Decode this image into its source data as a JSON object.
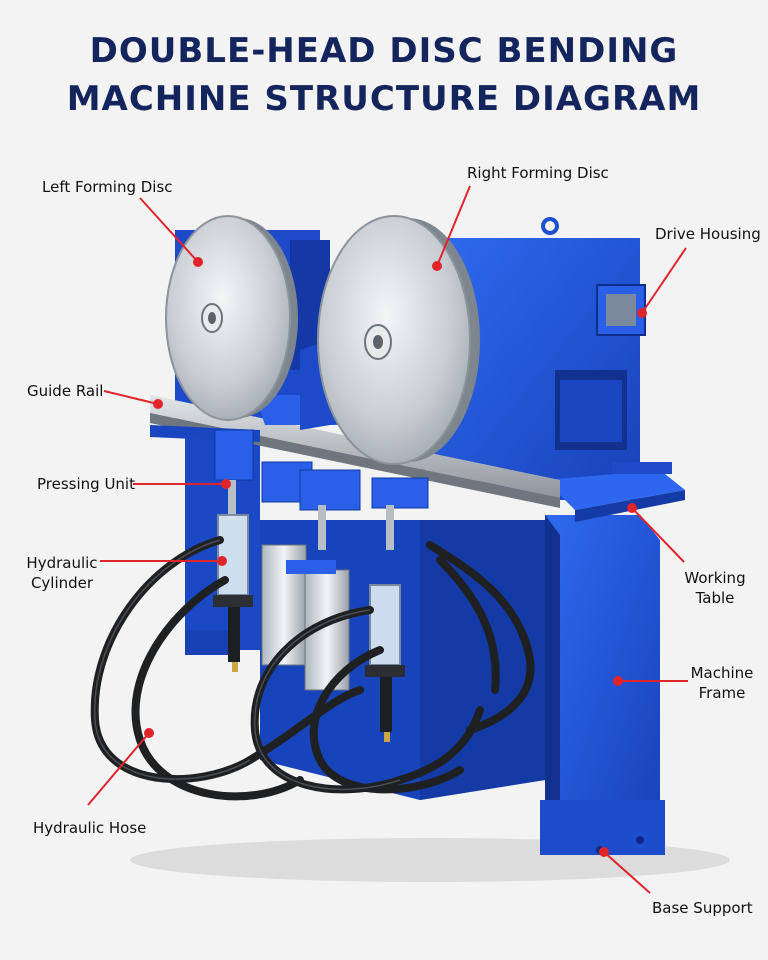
{
  "title": {
    "line1": "DOUBLE-HEAD DISC BENDING",
    "line2": "MACHINE STRUCTURE DIAGRAM"
  },
  "colors": {
    "title": "#14245c",
    "machine_blue": "#1f55d6",
    "disc_silver": "#cfd3d8",
    "leader_red": "#e0242c"
  },
  "labels": {
    "left_forming_disc": "Left Forming Disc",
    "right_forming_disc": "Right Forming Disc",
    "drive_housing": "Drive Housing",
    "guide_rail": "Guide Rail",
    "pressing_unit": "Pressing Unit",
    "hydraulic_cylinder_1": "Hydraulic",
    "hydraulic_cylinder_2": "Cylinder",
    "working_table_1": "Working",
    "working_table_2": "Table",
    "machine_frame_1": "Machine",
    "machine_frame_2": "Frame",
    "hydraulic_hose": "Hydraulic Hose",
    "base_support": "Base Support"
  }
}
